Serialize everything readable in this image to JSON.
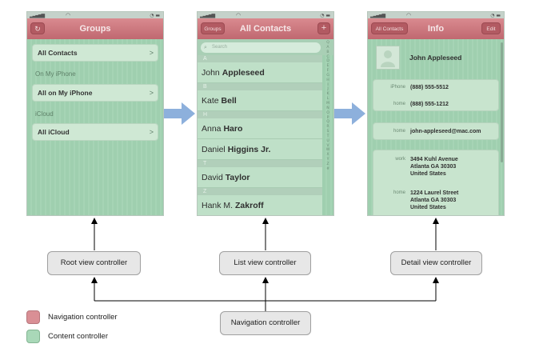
{
  "colors": {
    "navigation": "#c76c74",
    "content": "#9fcfaf",
    "arrow": "#8db0dc",
    "connector": "#000000"
  },
  "screens": {
    "groups": {
      "nav_title": "Groups",
      "refresh_icon": "refresh-icon",
      "items": [
        {
          "label": "All Contacts"
        },
        {
          "section": "On My iPhone"
        },
        {
          "label": "All on My iPhone"
        },
        {
          "section": "iCloud"
        },
        {
          "label": "All iCloud"
        }
      ],
      "chevron": ">"
    },
    "contacts": {
      "nav_title": "All Contacts",
      "back_label": "Groups",
      "add_label": "+",
      "search_placeholder": "Search",
      "index_letters": [
        "Q",
        "A",
        "B",
        "C",
        "D",
        "E",
        "F",
        "G",
        "H",
        "I",
        "J",
        "K",
        "L",
        "M",
        "N",
        "O",
        "P",
        "Q",
        "R",
        "S",
        "T",
        "U",
        "V",
        "W",
        "X",
        "Y",
        "Z",
        "#"
      ],
      "sections": [
        {
          "letter": "A",
          "first": "John",
          "last": "Appleseed"
        },
        {
          "letter": "B",
          "first": "Kate",
          "last": "Bell"
        },
        {
          "letter": "H",
          "first": "Anna",
          "last": "Haro"
        },
        {
          "letter": "",
          "first": "Daniel",
          "last": "Higgins Jr."
        },
        {
          "letter": "T",
          "first": "David",
          "last": "Taylor"
        },
        {
          "letter": "Z",
          "first": "Hank M.",
          "last": "Zakroff"
        }
      ]
    },
    "info": {
      "nav_title": "Info",
      "back_label": "All Contacts",
      "edit_label": "Edit",
      "name": "John Appleseed",
      "phones": [
        {
          "label": "iPhone",
          "value": "(888) 555-5512"
        },
        {
          "label": "home",
          "value": "(888) 555-1212"
        }
      ],
      "email": {
        "label": "home",
        "value": "john-appleseed@mac.com"
      },
      "addresses": [
        {
          "label": "work",
          "lines": [
            "3494 Kuhl Avenue",
            "Atlanta GA 30303",
            "United States"
          ]
        },
        {
          "label": "home",
          "lines": [
            "1224 Laurel Street",
            "Atlanta GA 30303",
            "United States"
          ]
        }
      ]
    }
  },
  "boxes": {
    "root": "Root view controller",
    "list": "List view controller",
    "detail": "Detail view controller",
    "nav": "Navigation controller"
  },
  "legend": {
    "navigation": "Navigation controller",
    "content": "Content controller"
  }
}
